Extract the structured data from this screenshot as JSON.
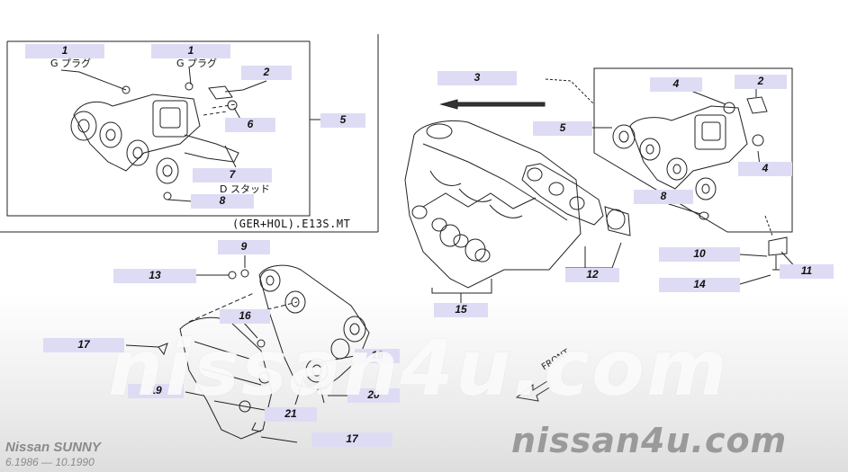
{
  "callouts": [
    {
      "label": "1"
    },
    {
      "label": "1"
    },
    {
      "label": "2"
    },
    {
      "label": "6"
    },
    {
      "label": "5"
    },
    {
      "label": "7"
    },
    {
      "label": "8"
    },
    {
      "label": "3"
    },
    {
      "label": "4"
    },
    {
      "label": "2"
    },
    {
      "label": "5"
    },
    {
      "label": "4"
    },
    {
      "label": "8"
    },
    {
      "label": "10"
    },
    {
      "label": "11"
    },
    {
      "label": "14"
    },
    {
      "label": "12"
    },
    {
      "label": "15"
    },
    {
      "label": "9"
    },
    {
      "label": "13"
    },
    {
      "label": "16"
    },
    {
      "label": "17"
    },
    {
      "label": "18"
    },
    {
      "label": "19"
    },
    {
      "label": "20"
    },
    {
      "label": "21"
    },
    {
      "label": "17"
    }
  ],
  "annotations": {
    "g_plug_1": "G プラグ",
    "g_plug_2": "G プラグ",
    "d_stud": "D スタッド"
  },
  "variant_label": "(GER+HOL).E13S.MT",
  "front_label": "FRONT",
  "footer": {
    "model": "Nissan SUNNY",
    "date_range": "6.1986 — 10.1990"
  },
  "watermark": {
    "large": "nissan4u.com",
    "small": "nissan4u.com"
  },
  "colors": {
    "callout_bg": "#dedcf4",
    "line": "#222222",
    "watermark": "#9a9a9a"
  }
}
